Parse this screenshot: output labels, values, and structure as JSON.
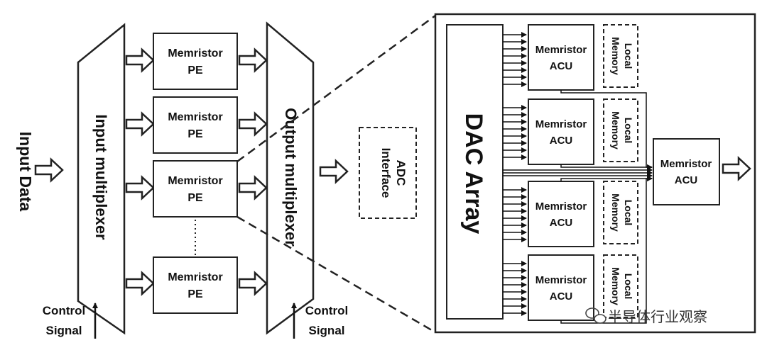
{
  "input_data_label": "Input Data",
  "input_mux_label": "Input multiplexer",
  "output_mux_label": "Output multiplexer",
  "pe_line1": "Memristor",
  "pe_line2": "PE",
  "control_signal_line1": "Control",
  "control_signal_line2": "Signal",
  "adc_line1": "ADC",
  "adc_line2": "Interface",
  "dac_label": "DAC Array",
  "acu_line1": "Memristor",
  "acu_line2": "ACU",
  "local_memory_line1": "Local",
  "local_memory_line2": "Memory",
  "watermark": "半导体行业观察"
}
